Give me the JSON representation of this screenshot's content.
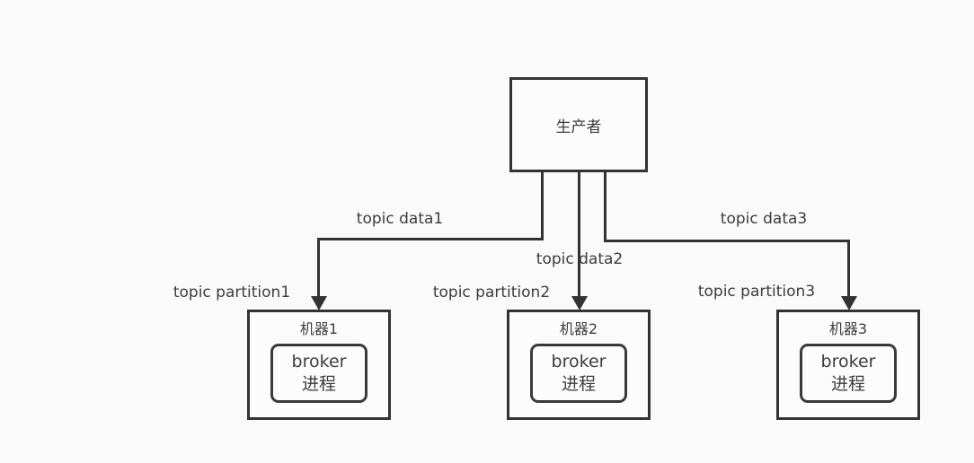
{
  "diagram": {
    "kind": "kafka-producer-broker-topology",
    "colors": {
      "background": "#fafafa",
      "line": "#333333",
      "text": "#3d3d3d"
    },
    "producer": {
      "label": "生产者"
    },
    "flows": [
      {
        "topic_label": "topic data1",
        "partition_label": "topic partition1"
      },
      {
        "topic_label": "topic data2",
        "partition_label": "topic partition2"
      },
      {
        "topic_label": "topic data3",
        "partition_label": "topic partition3"
      }
    ],
    "machines": [
      {
        "name": "机器1",
        "process_line1": "broker",
        "process_line2": "进程"
      },
      {
        "name": "机器2",
        "process_line1": "broker",
        "process_line2": "进程"
      },
      {
        "name": "机器3",
        "process_line1": "broker",
        "process_line2": "进程"
      }
    ]
  }
}
